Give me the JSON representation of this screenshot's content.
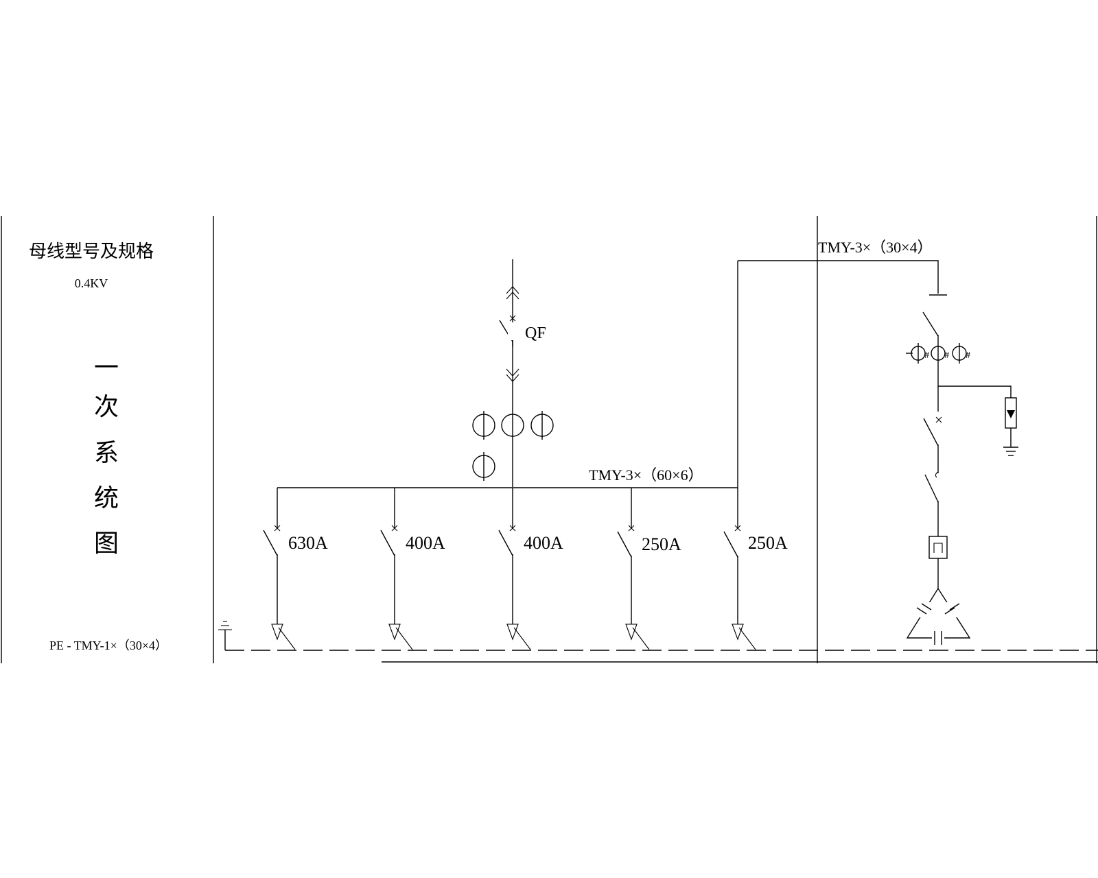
{
  "left_panel": {
    "header": "母线型号及规格",
    "voltage": "0.4KV",
    "title_chars": [
      "一",
      "次",
      "系",
      "统",
      "图"
    ],
    "pe_label": "PE - TMY-1×（30×4）"
  },
  "incoming": {
    "breaker_label": "QF"
  },
  "main_busbar": {
    "label": "TMY-3×（60×6）"
  },
  "branch_bus": {
    "label": "TMY-3×（30×4）"
  },
  "feeders": [
    {
      "rating": "630A"
    },
    {
      "rating": "400A"
    },
    {
      "rating": "400A"
    },
    {
      "rating": "250A"
    },
    {
      "rating": "250A"
    }
  ]
}
